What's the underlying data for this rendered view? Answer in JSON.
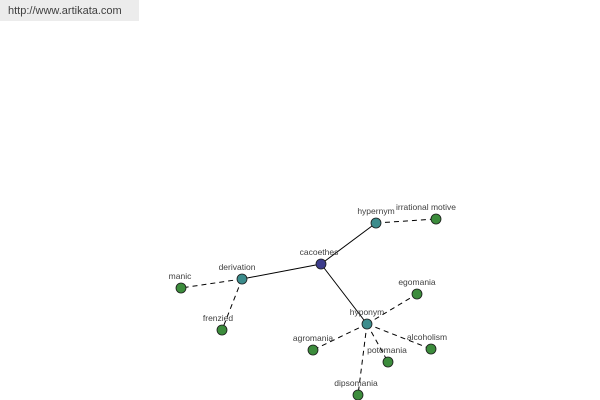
{
  "source": {
    "url": "http://www.artikata.com"
  },
  "graph": {
    "root": "cacoethes",
    "colors": {
      "root": "#3c3c8c",
      "relation": "#3c8c8c",
      "term": "#3c8c3c",
      "node_outline": "#1a1a1a",
      "edge": "#000000",
      "label": "#404040"
    },
    "nodes": [
      {
        "id": "cacoethes",
        "label": "cacoethes",
        "kind": "root"
      },
      {
        "id": "hypernym",
        "label": "hypernym",
        "kind": "relation"
      },
      {
        "id": "derivation",
        "label": "derivation",
        "kind": "relation"
      },
      {
        "id": "hyponym",
        "label": "hyponym",
        "kind": "relation"
      },
      {
        "id": "irrational-motive",
        "label": "irrational motive",
        "kind": "term"
      },
      {
        "id": "manic",
        "label": "manic",
        "kind": "term"
      },
      {
        "id": "frenzied",
        "label": "frenzied",
        "kind": "term"
      },
      {
        "id": "egomania",
        "label": "egomania",
        "kind": "term"
      },
      {
        "id": "agromania",
        "label": "agromania",
        "kind": "term"
      },
      {
        "id": "potomania",
        "label": "potomania",
        "kind": "term"
      },
      {
        "id": "alcoholism",
        "label": "alcoholism",
        "kind": "term"
      },
      {
        "id": "dipsomania",
        "label": "dipsomania",
        "kind": "term"
      }
    ],
    "edges": [
      {
        "from": "cacoethes",
        "to": "hypernym",
        "style": "solid"
      },
      {
        "from": "cacoethes",
        "to": "derivation",
        "style": "solid"
      },
      {
        "from": "cacoethes",
        "to": "hyponym",
        "style": "solid"
      },
      {
        "from": "hypernym",
        "to": "irrational-motive",
        "style": "dashed"
      },
      {
        "from": "derivation",
        "to": "manic",
        "style": "dashed"
      },
      {
        "from": "derivation",
        "to": "frenzied",
        "style": "dashed"
      },
      {
        "from": "hyponym",
        "to": "egomania",
        "style": "dashed"
      },
      {
        "from": "hyponym",
        "to": "agromania",
        "style": "dashed"
      },
      {
        "from": "hyponym",
        "to": "potomania",
        "style": "dashed"
      },
      {
        "from": "hyponym",
        "to": "alcoholism",
        "style": "dashed"
      },
      {
        "from": "hyponym",
        "to": "dipsomania",
        "style": "dashed"
      }
    ]
  }
}
